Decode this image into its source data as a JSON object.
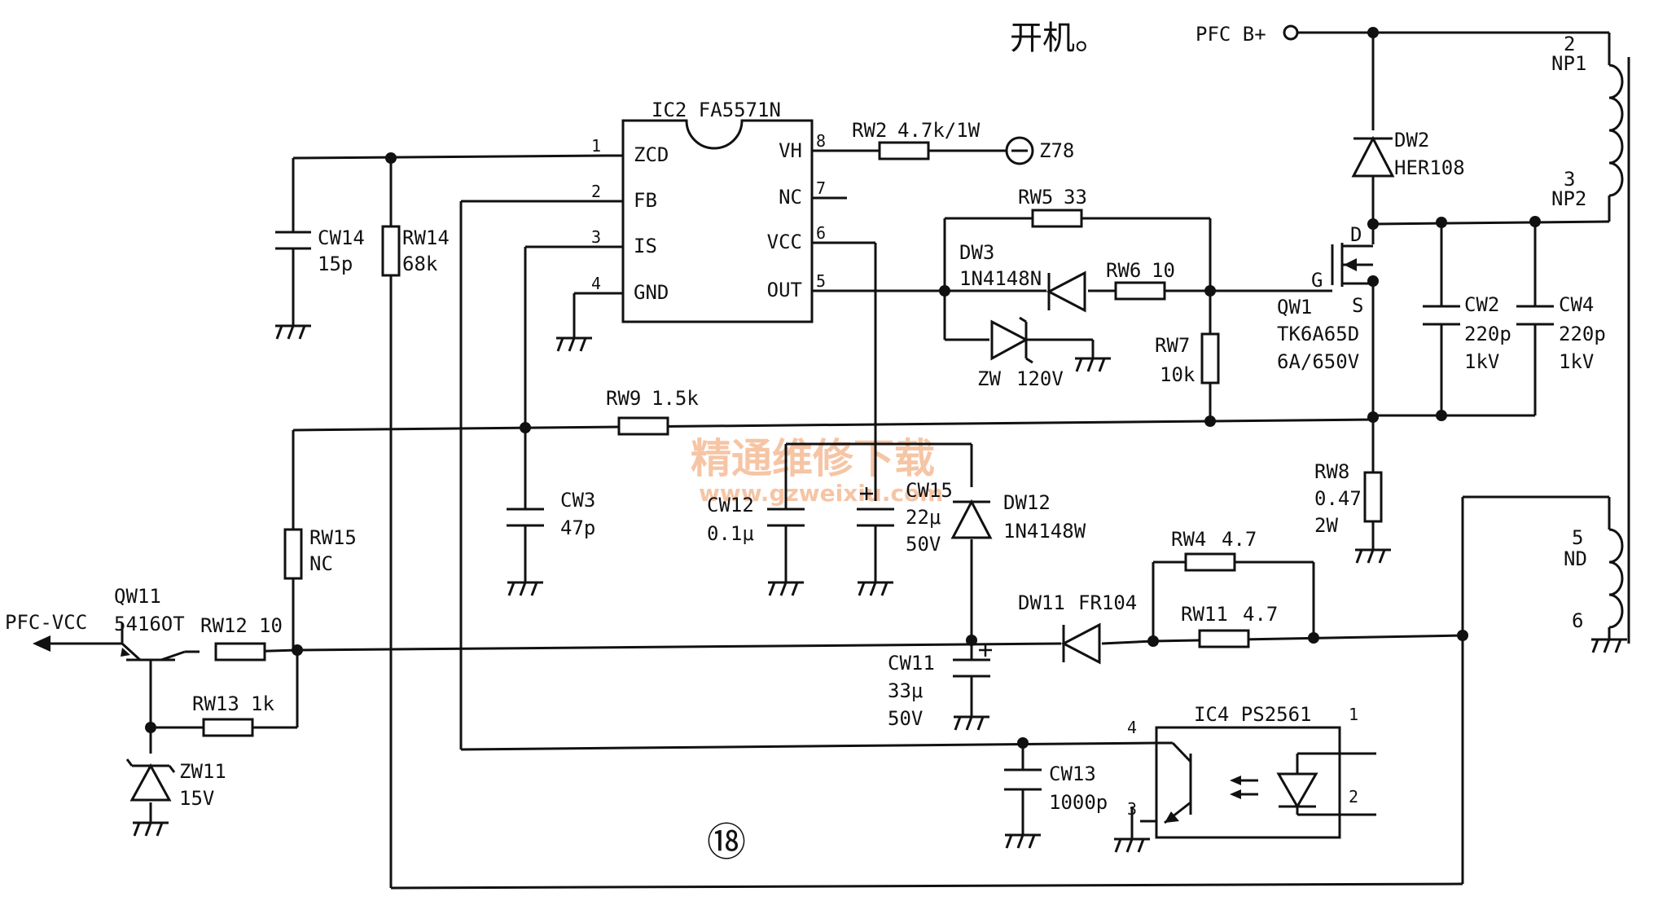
{
  "title": "开机。",
  "diagram_number": "⑱",
  "watermark": {
    "cn": "精通维修下载",
    "url": "www.gzweixiu.com"
  },
  "terminals": {
    "pfc_b": "PFC B+",
    "pfc_vcc": "PFC-VCC",
    "z78": "Z78"
  },
  "ic2": {
    "name": "IC2 FA5571N",
    "pins_left": [
      {
        "num": "1",
        "name": "ZCD"
      },
      {
        "num": "2",
        "name": "FB"
      },
      {
        "num": "3",
        "name": "IS"
      },
      {
        "num": "4",
        "name": "GND"
      }
    ],
    "pins_right": [
      {
        "num": "8",
        "name": "VH"
      },
      {
        "num": "7",
        "name": "NC"
      },
      {
        "num": "6",
        "name": "VCC"
      },
      {
        "num": "5",
        "name": "OUT"
      }
    ]
  },
  "ic4": {
    "name": "IC4 PS2561",
    "pins": [
      "4",
      "1",
      "3",
      "2"
    ]
  },
  "components": {
    "RW2": {
      "ref": "RW2",
      "value": "4.7k/1W"
    },
    "RW5": {
      "ref": "RW5",
      "value": "33"
    },
    "RW6": {
      "ref": "RW6",
      "value": "10"
    },
    "RW7": {
      "ref": "RW7",
      "value": "10k"
    },
    "RW8": {
      "ref": "RW8",
      "value": "0.47",
      "value2": "2W"
    },
    "RW9": {
      "ref": "RW9",
      "value": "1.5k"
    },
    "RW14": {
      "ref": "RW14",
      "value": "68k"
    },
    "RW15": {
      "ref": "RW15",
      "value": "NC"
    },
    "RW12": {
      "ref": "RW12",
      "value": "10"
    },
    "RW13": {
      "ref": "RW13",
      "value": "1k"
    },
    "RW4": {
      "ref": "RW4",
      "value": "4.7"
    },
    "RW11": {
      "ref": "RW11",
      "value": "4.7"
    },
    "CW14": {
      "ref": "CW14",
      "value": "15p"
    },
    "CW3": {
      "ref": "CW3",
      "value": "47p"
    },
    "CW12": {
      "ref": "CW12",
      "value": "0.1μ"
    },
    "CW15": {
      "ref": "CW15",
      "value": "22μ",
      "value2": "50V"
    },
    "CW11": {
      "ref": "CW11",
      "value": "33μ",
      "value2": "50V"
    },
    "CW13": {
      "ref": "CW13",
      "value": "1000p"
    },
    "CW2": {
      "ref": "CW2",
      "value": "220p",
      "value2": "1kV"
    },
    "CW4": {
      "ref": "CW4",
      "value": "220p",
      "value2": "1kV"
    },
    "DW2": {
      "ref": "DW2",
      "value": "HER108"
    },
    "DW3": {
      "ref": "DW3",
      "value": "1N4148N"
    },
    "ZW": {
      "ref": "ZW",
      "value": "120V"
    },
    "DW12": {
      "ref": "DW12",
      "value": "1N4148W"
    },
    "DW11": {
      "ref": "DW11",
      "value": "FR104"
    },
    "ZW11": {
      "ref": "ZW11",
      "value": "15V"
    },
    "QW1": {
      "ref": "QW1",
      "value": "TK6A65D",
      "value2": "6A/650V",
      "g": "G",
      "d": "D",
      "s": "S"
    },
    "QW11": {
      "ref": "QW11",
      "value": "5416OT"
    }
  },
  "transformer": {
    "np1": {
      "label": "NP1",
      "pin": "2"
    },
    "np2": {
      "label": "NP2",
      "pin": "3"
    },
    "nd": {
      "label": "ND",
      "pins": [
        "5",
        "6"
      ]
    }
  }
}
